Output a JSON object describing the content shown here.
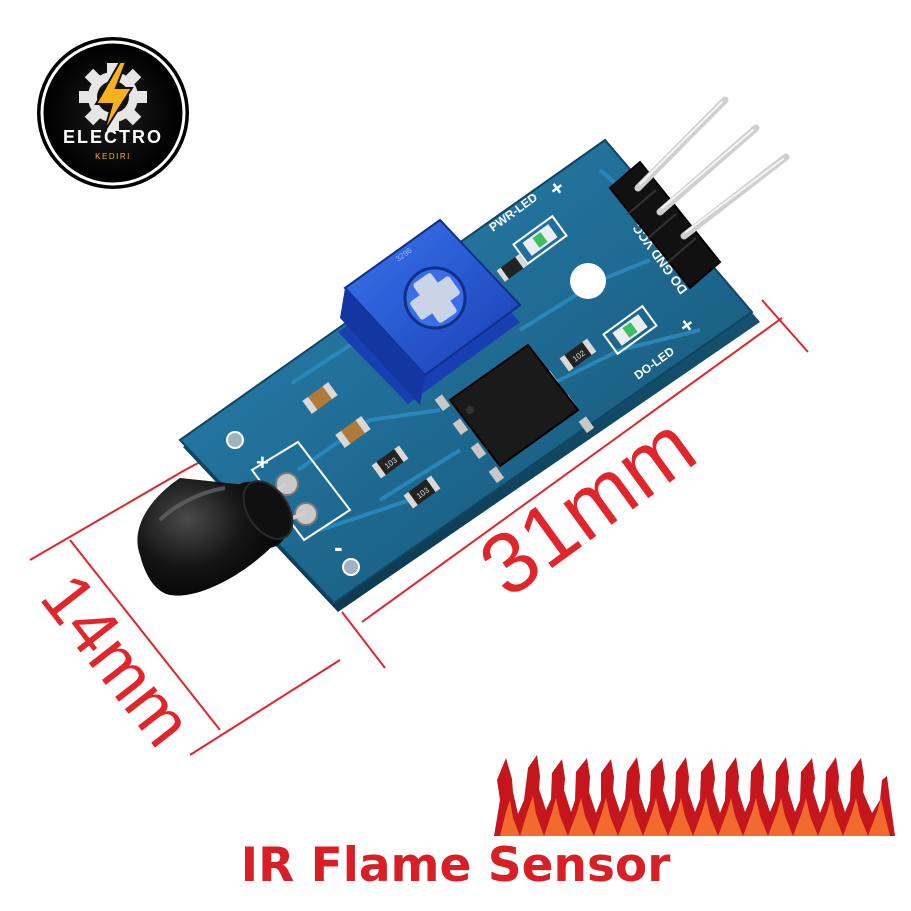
{
  "logo": {
    "brand": "ELECTRO",
    "sub": "KEDIRI"
  },
  "dimensions": {
    "length": "31mm",
    "width": "14mm"
  },
  "pcb_labels": {
    "pwr_led": "PWR-LED",
    "do_led": "DO-LED",
    "pins": "DO GND VCC",
    "plus": "+",
    "minus": "-",
    "resistor_code_1": "103",
    "resistor_code_2": "103",
    "resistor_code_3": "102"
  },
  "title": {
    "text": "IR Flame Sensor"
  },
  "colors": {
    "pcb": "#1f6b93",
    "dimension": "#e0252b",
    "title": "#d81f26",
    "flame_dark": "#c4161c",
    "flame_light": "#f26a2e",
    "pot": "#1f55d6"
  }
}
